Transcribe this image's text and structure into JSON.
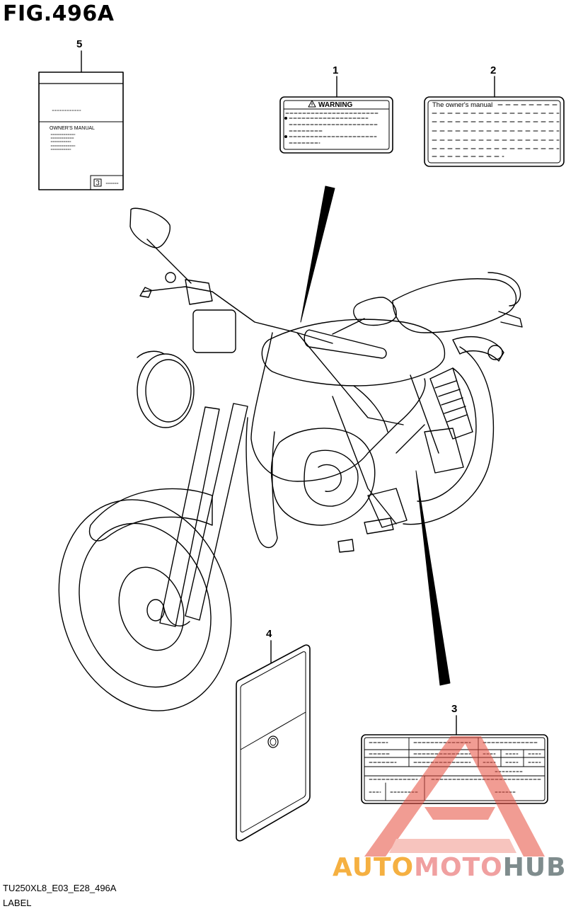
{
  "figure": {
    "title": "FIG.496A",
    "code": "TU250XL8_E03_E28_496A",
    "caption": "LABEL"
  },
  "callouts": [
    "1",
    "2",
    "3",
    "4",
    "5"
  ],
  "label_1": {
    "heading": "WARNING"
  },
  "label_2": {
    "heading": "The owner's manual"
  },
  "label_5": {
    "heading": "OWNER'S MANUAL"
  },
  "watermark": {
    "part1": "AUTO",
    "part2": "MOTO",
    "part3": "HUB"
  },
  "colors": {
    "line": "#000000",
    "watermark_red": "#e74c3c",
    "watermark_orange": "#f5b041",
    "watermark_grey": "#7f8c8d"
  }
}
